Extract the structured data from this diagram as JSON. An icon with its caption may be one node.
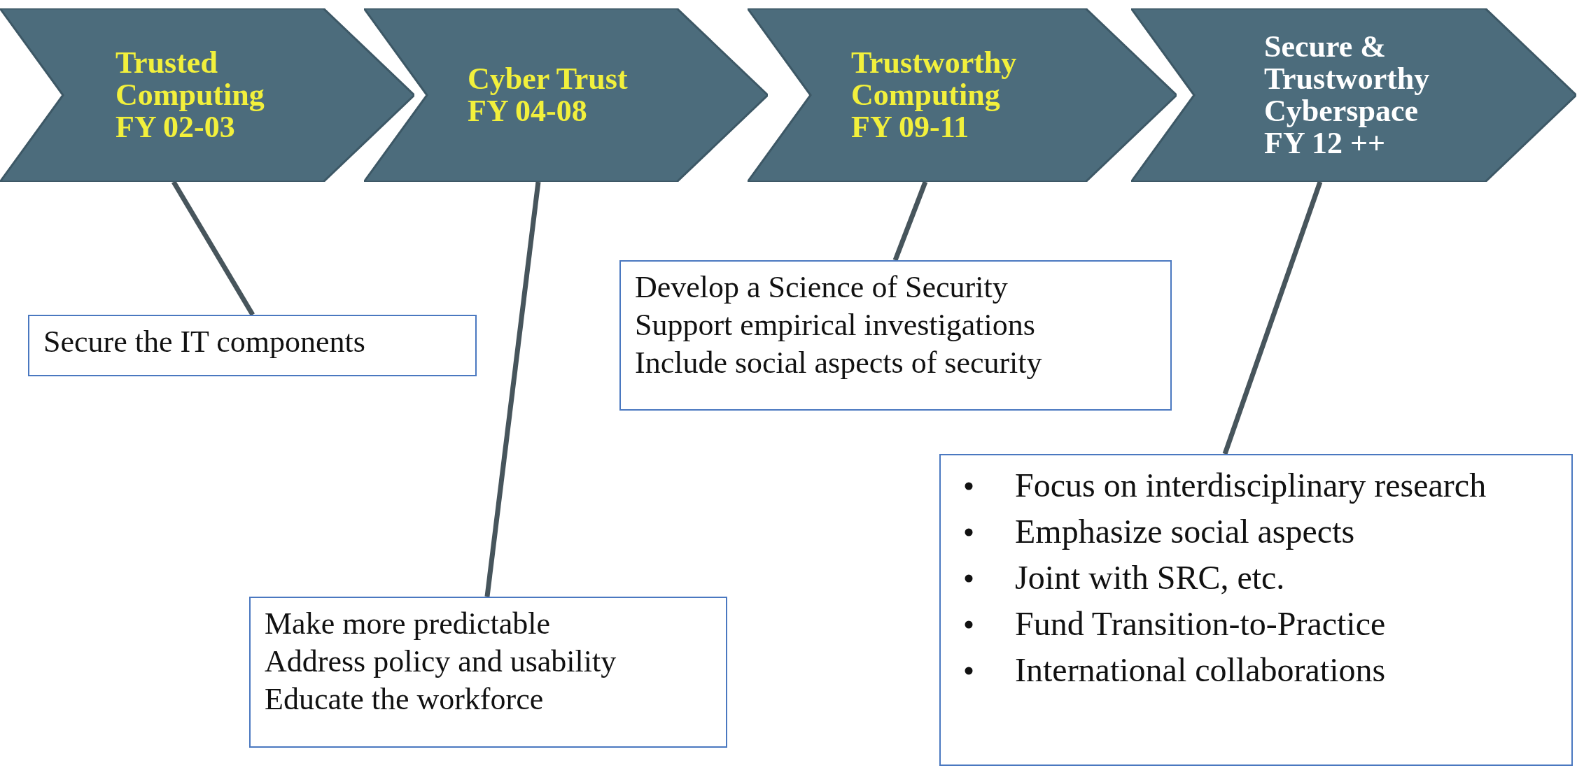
{
  "diagram": {
    "nodes": [
      {
        "text": [
          "Trusted Computing",
          "FY 02-03"
        ]
      },
      {
        "text": [
          "Cyber Trust",
          "FY 04-08"
        ]
      },
      {
        "text": [
          "Trustworthy Computing",
          "FY 09-11"
        ]
      },
      {
        "text": [
          "Secure & Trustworthy Cyberspace",
          "FY 12 ++"
        ]
      },
      {
        "text": [
          "Secure the IT components"
        ]
      },
      {
        "text": [
          "Make more predictable",
          "Address policy and usability",
          "Educate the workforce"
        ]
      },
      {
        "text": [
          "Develop a Science of Security",
          "Support empirical investigations",
          "Include social aspects of security"
        ]
      },
      {
        "text": [
          "Focus on interdisciplinary research",
          "Emphasize social aspects",
          "Joint with SRC, etc.",
          "Fund Transition-to-Practice",
          "International collaborations"
        ]
      }
    ],
    "edges": [
      {
        "from": 0,
        "to": 4,
        "arrow": "none"
      },
      {
        "from": 1,
        "to": 5,
        "arrow": "none"
      },
      {
        "from": 2,
        "to": 6,
        "arrow": "none"
      },
      {
        "from": 3,
        "to": 7,
        "arrow": "none"
      }
    ]
  }
}
